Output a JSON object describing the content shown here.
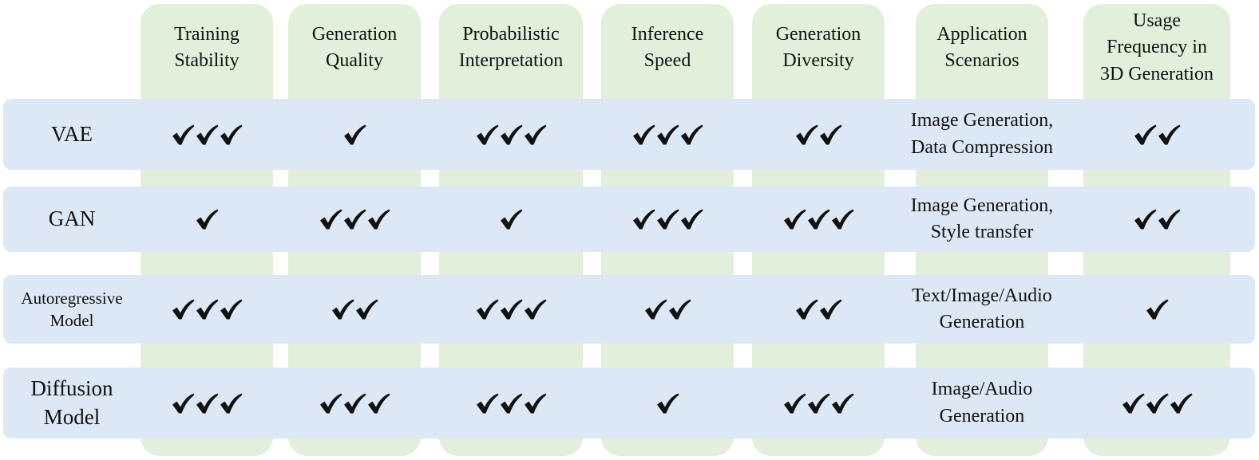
{
  "columns": [
    "Training\nStability",
    "Generation\nQuality",
    "Probabilistic\nInterpretation",
    "Inference\nSpeed",
    "Generation\nDiversity",
    "Application\nScenarios",
    "Usage\nFrequency in\n3D Generation"
  ],
  "rows": [
    {
      "label": "VAE",
      "training_stability": 3,
      "generation_quality": 1,
      "probabilistic_interpretation": 3,
      "inference_speed": 3,
      "generation_diversity": 2,
      "application_scenarios": "Image Generation,\nData Compression",
      "usage_frequency": 2
    },
    {
      "label": "GAN",
      "training_stability": 1,
      "generation_quality": 3,
      "probabilistic_interpretation": 1,
      "inference_speed": 3,
      "generation_diversity": 3,
      "application_scenarios": "Image Generation,\nStyle transfer",
      "usage_frequency": 2
    },
    {
      "label": "Autoregressive\nModel",
      "training_stability": 3,
      "generation_quality": 2,
      "probabilistic_interpretation": 3,
      "inference_speed": 2,
      "generation_diversity": 2,
      "application_scenarios": "Text/Image/Audio\nGeneration",
      "usage_frequency": 1
    },
    {
      "label": "Diffusion\nModel",
      "training_stability": 3,
      "generation_quality": 3,
      "probabilistic_interpretation": 3,
      "inference_speed": 1,
      "generation_diversity": 3,
      "application_scenarios": "Image/Audio\nGeneration",
      "usage_frequency": 3
    }
  ],
  "check_icon": "check-mark-icon",
  "colors": {
    "column_band": "#e2efda",
    "row_band": "#dce8f5",
    "check": "#111111"
  }
}
